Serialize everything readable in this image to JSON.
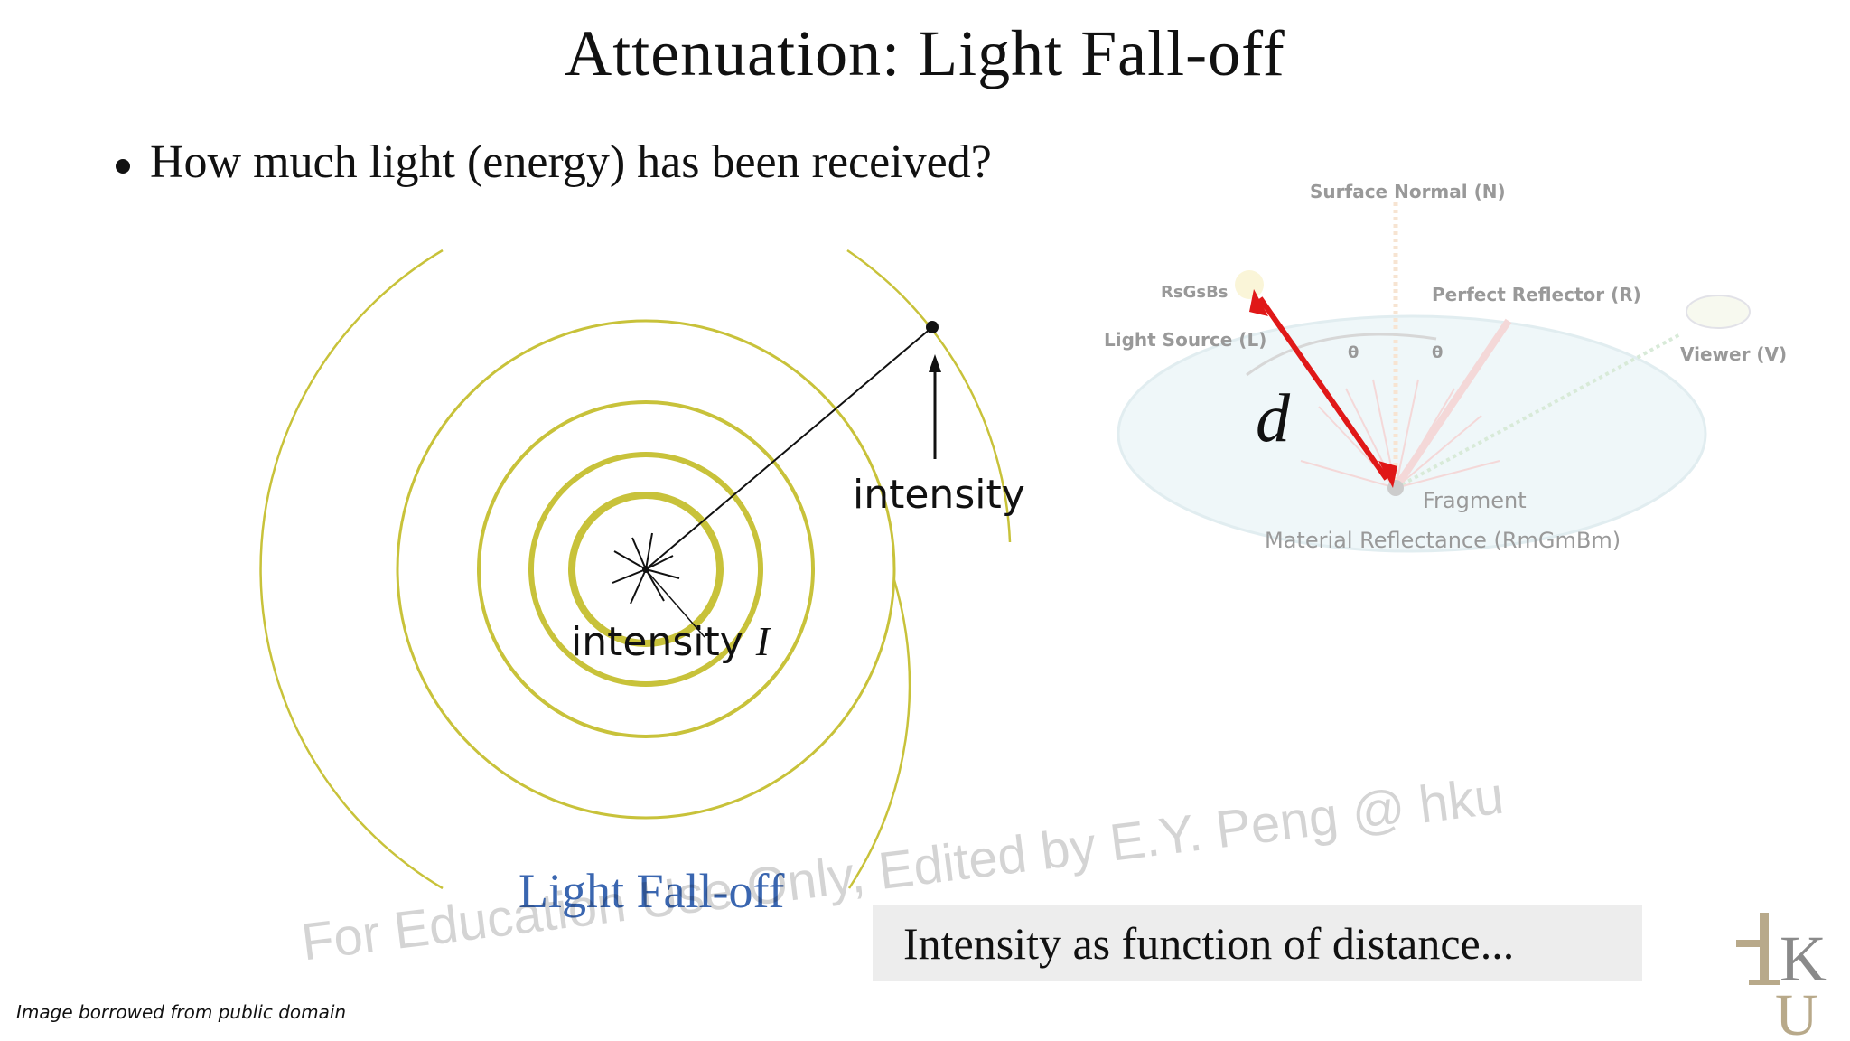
{
  "slide": {
    "title": "Attenuation: Light Fall-off",
    "bullet": "How much light (energy) has been received?",
    "caption": "Light Fall-off",
    "subtitle": "Intensity as function of distance...",
    "watermark": "For Education Use Only, Edited by E.Y. Peng @ hku",
    "credit": "Image borrowed from public domain"
  },
  "diagram": {
    "outer_label": "intensity",
    "inner_label": "intensity",
    "inner_symbol": "I",
    "ring_color": "#c8c23a"
  },
  "illustration": {
    "surface_normal": "Surface Normal (N)",
    "light_color": "RsGsBs",
    "perfect_reflector": "Perfect Reflector (R)",
    "light_source": "Light Source (L)",
    "viewer": "Viewer (V)",
    "distance_symbol": "d",
    "fragment": "Fragment",
    "material": "Material Reflectance (RmGmBm)",
    "theta": "θ",
    "arrow_color": "#e01818"
  },
  "logo": {
    "text": "HKU"
  }
}
